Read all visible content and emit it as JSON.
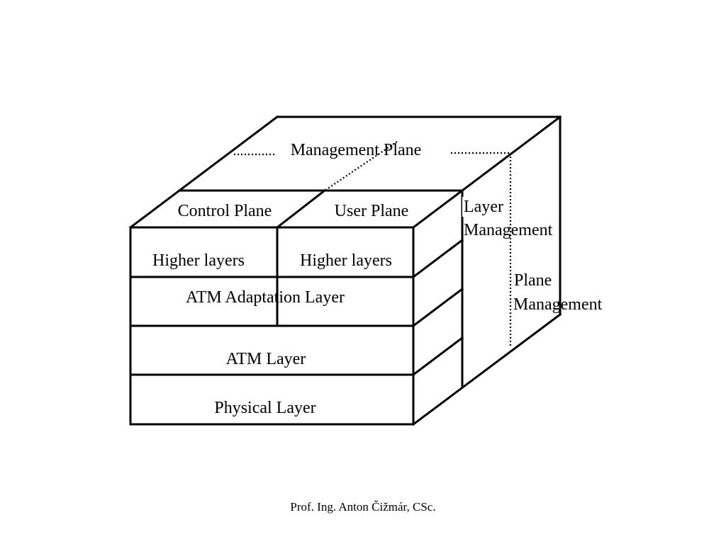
{
  "diagram": {
    "management_plane": "Management Plane",
    "control_plane": "Control Plane",
    "user_plane": "User Plane",
    "higher_layers_control": "Higher layers",
    "higher_layers_user": "Higher layers",
    "atm_adaptation_layer": "ATM Adaptation Layer",
    "atm_layer": "ATM Layer",
    "physical_layer": "Physical Layer",
    "layer_management": [
      "Layer",
      "Management"
    ],
    "plane_management": [
      "Plane",
      "Management"
    ]
  },
  "footer": {
    "author": "Prof. Ing. Anton Čižmár, CSc."
  }
}
